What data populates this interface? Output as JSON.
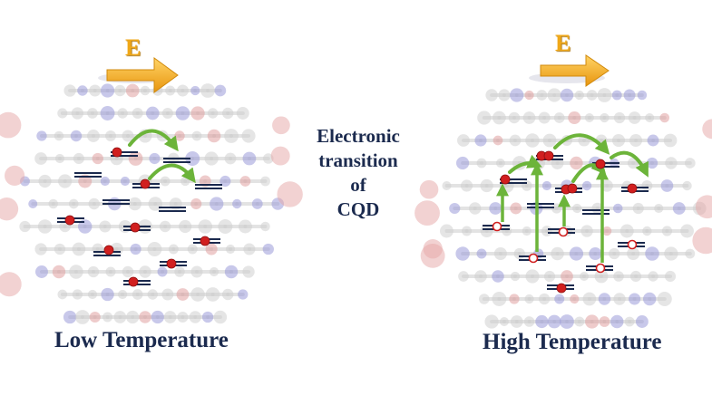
{
  "field_symbol": "E",
  "center_lines": [
    "Electronic",
    "transition",
    "of",
    "CQD"
  ],
  "left_panel_label": "Low Temperature",
  "right_panel_label": "High Temperature",
  "colors": {
    "level_lines": "#1b2a4e",
    "electron": "#d11f1f",
    "hole": "#d11f1f",
    "hop_arrow": "#6cb43a",
    "field_arrow": "#f2a61b",
    "label_text": "#1b2a4e"
  }
}
